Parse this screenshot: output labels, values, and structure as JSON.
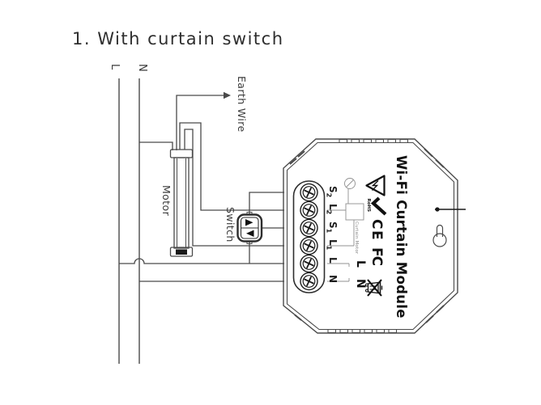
{
  "title": "1. With curtain switch",
  "labels": {
    "l_rail": "L",
    "n_rail": "N",
    "earth_wire": "Earth Wire",
    "motor": "Motor",
    "switch": "Switch",
    "curtain_motor": "Curtain Motor",
    "inner_l": "L",
    "inner_n": "N",
    "module_name": "Wi-Fi Curtain Module",
    "rohs": "RoHS",
    "ce": "CE",
    "fcc": "FC"
  },
  "module": {
    "terminals": [
      {
        "letter": "S",
        "sub": "2"
      },
      {
        "letter": "L",
        "sub": "2"
      },
      {
        "letter": "S",
        "sub": "1"
      },
      {
        "letter": "L",
        "sub": "1"
      },
      {
        "letter": "L",
        "sub": ""
      },
      {
        "letter": "N",
        "sub": ""
      }
    ]
  },
  "colors": {
    "wire_line": "#4a4a4a",
    "mark_black": "#111111",
    "inner_line": "#909090",
    "background": "#ffffff"
  }
}
